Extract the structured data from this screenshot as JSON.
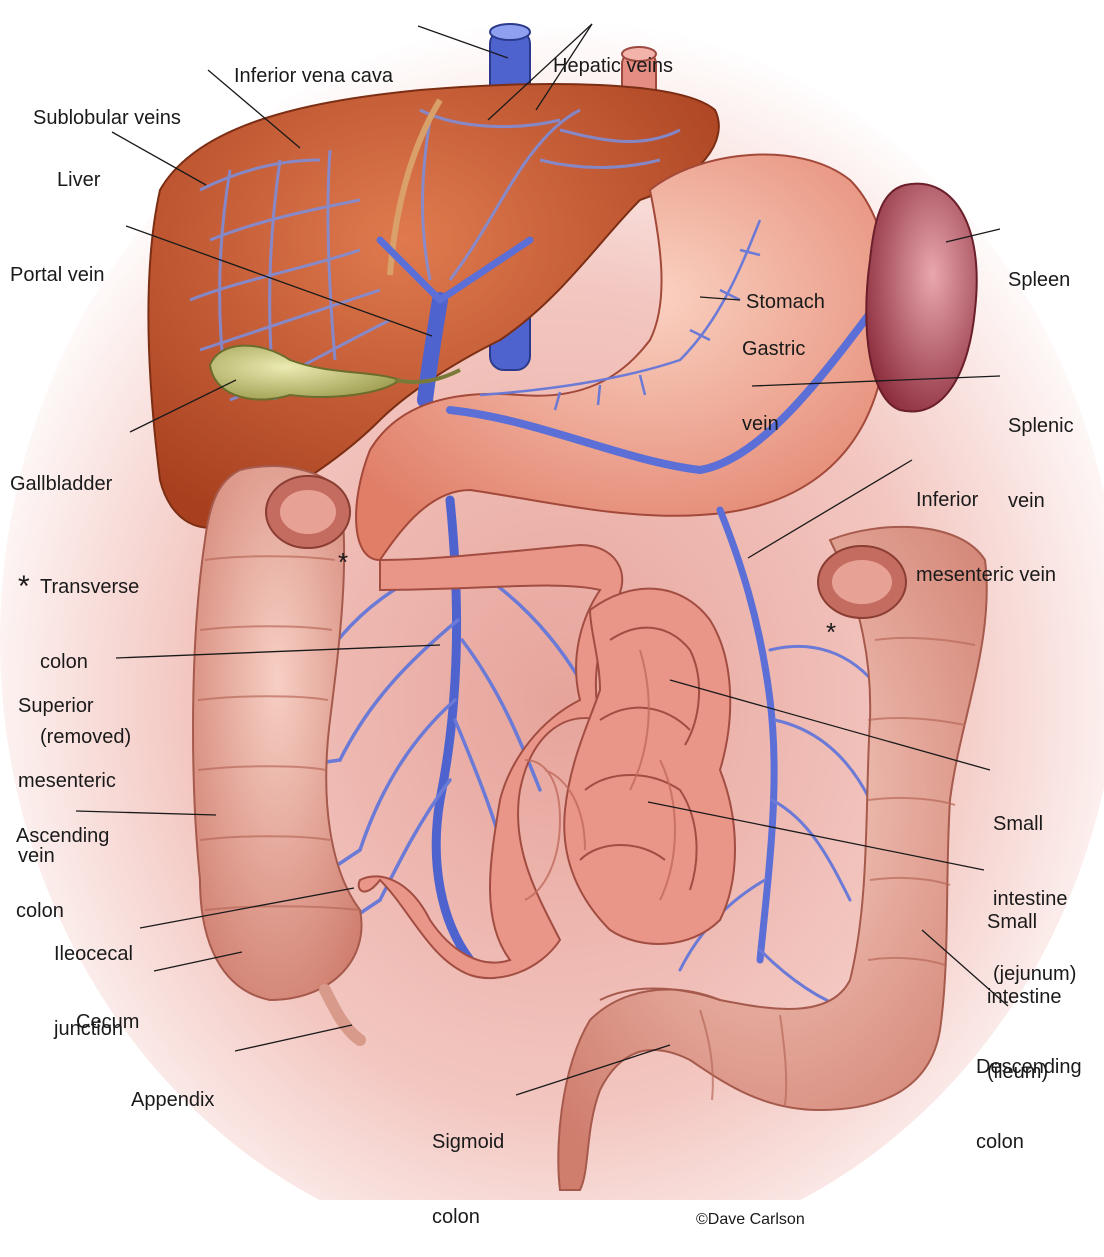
{
  "labels": {
    "inferior_vena_cava": [
      "Inferior vena cava"
    ],
    "hepatic_veins": [
      "Hepatic veins"
    ],
    "sublobular_veins": [
      "Sublobular veins"
    ],
    "liver": [
      "Liver"
    ],
    "portal_vein": [
      "Portal vein"
    ],
    "gallbladder": [
      "Gallbladder"
    ],
    "transverse_colon": [
      "Transverse",
      "colon",
      "(removed)"
    ],
    "transverse_marker": "*",
    "superior_mesenteric_vein": [
      "Superior",
      "mesenteric",
      "vein"
    ],
    "ascending_colon": [
      "Ascending",
      "colon"
    ],
    "ileocecal_junction": [
      "Ileocecal",
      "junction"
    ],
    "cecum": [
      "Cecum"
    ],
    "appendix": [
      "Appendix"
    ],
    "sigmoid_colon": [
      "Sigmoid",
      "colon"
    ],
    "stomach": [
      "Stomach"
    ],
    "gastric_vein": [
      "Gastric",
      "vein"
    ],
    "spleen": [
      "Spleen"
    ],
    "splenic_vein": [
      "Splenic",
      "vein"
    ],
    "inferior_mesenteric_vein": [
      "Inferior",
      "mesenteric vein"
    ],
    "small_intestine_jejunum": [
      "Small",
      "intestine",
      "(jejunum)"
    ],
    "small_intestine_ileum": [
      "Small",
      "intestine",
      "(ileum)"
    ],
    "descending_colon": [
      "Descending",
      "colon"
    ],
    "cut_marker": "*"
  },
  "credit": "©Dave Carlson",
  "colors": {
    "background_glow": "#f3c6c0",
    "liver": "#c8552e",
    "vein": "#5b6fd6",
    "gallbladder": "#c9c77a",
    "stomach": "#f2a58f",
    "spleen": "#9c3344",
    "colon": "#e8a596",
    "small_intestine": "#e99588"
  }
}
